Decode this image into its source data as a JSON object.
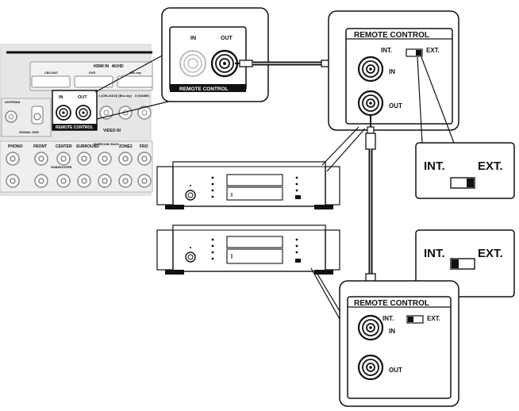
{
  "receiver_panel": {
    "hdmi_in": "HDMI IN",
    "hdmi_in_suffix": "4K/HD",
    "input_1": "CBL/SAT",
    "input_2": "DVD",
    "input_3": "Blu-ray",
    "in": "IN",
    "out": "OUT",
    "remote_control": "REMOTE CONTROL",
    "video_in": "VIDEO IN",
    "jack_labels": [
      "PHONO",
      "FRONT",
      "CENTER",
      "SURROUND",
      "SURROUND BACK",
      "ZONE2",
      "FRO"
    ],
    "subwoofer": "SUBWOOFER",
    "top_labels": [
      "1 (CBL/SAT)",
      "2 (Blu-ray)",
      "3 (GAME)"
    ],
    "antenna": "ANTENNA",
    "signal_gnd": "SIGNAL GND"
  },
  "zoom_receiver": {
    "in": "IN",
    "out": "OUT",
    "remote_control": "REMOTE CONTROL"
  },
  "top_panel": {
    "title": "REMOTE CONTROL",
    "int": "INT.",
    "ext": "EXT.",
    "in": "IN",
    "out": "OUT"
  },
  "switch_top": {
    "int": "INT.",
    "ext": "EXT.",
    "position": "EXT."
  },
  "switch_bottom": {
    "int": "INT.",
    "ext": "EXT.",
    "position": "INT."
  },
  "bottom_panel": {
    "title": "REMOTE CONTROL",
    "int": "INT.",
    "ext": "EXT.",
    "in": "IN",
    "out": "OUT"
  }
}
